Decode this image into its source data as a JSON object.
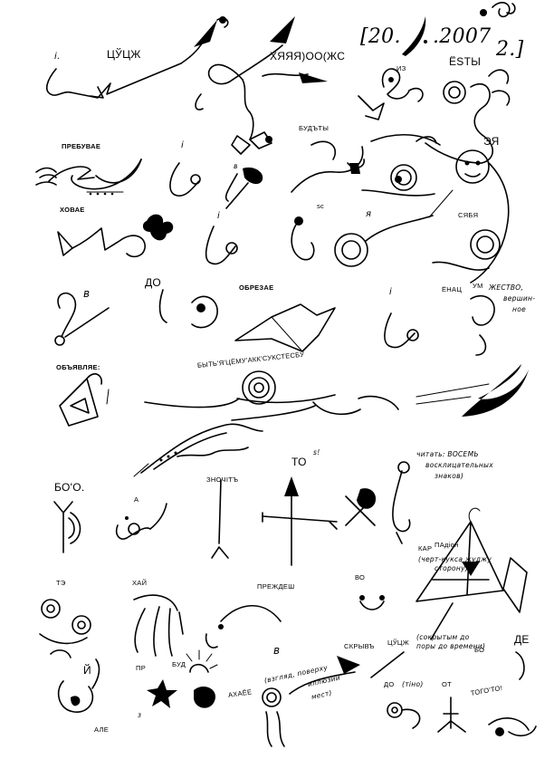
{
  "date": {
    "left": "[20.",
    "right": ".2007",
    "end": "2.]"
  },
  "words": {
    "i_top": "i.",
    "tsu_tse": "ЦЎЦЖ",
    "hyahyah": "ХЯЯЯ)ОО(ЖС",
    "iz": "ИЗ",
    "esty": "ЁЅТЫ",
    "prebuvae": "ПРЕБУВАЕ",
    "i_mid": "i",
    "budty": "БУДЪТЫ",
    "ya_right": "ЭЯ",
    "v_small": "в",
    "hovae": "ХОВАЕ",
    "i_small": "i",
    "sc": "sc",
    "ya_mid": "я",
    "syabya": "СЯБЯ",
    "enau": "ЁНАЦ",
    "um": "УМ",
    "gestvo": "ЖЕСТВО,",
    "vershin": "вершин-",
    "noe": "ное",
    "v_left": "в",
    "do": "ДО",
    "obrezae": "ОБРЕЗАЕ",
    "i_right": "i",
    "obyavlyae": "ОБЪЯВЛЯЕ:",
    "byt": "БЫТЬ'Я'ЦЁМУ'АКК'СУКСТЕСБУ",
    "bo": "БО'О.",
    "a": "A",
    "znachit": "ЗНОЧІТЪ",
    "to": "ТО",
    "to_s": "s!",
    "chitat1": "читать: ВОСЕМЬ",
    "chitat2": "восклицательных",
    "chitat3": "знаков)",
    "kar": "КАР",
    "padion": "ПАдіон",
    "kar_note1": "(черт-кукса жуджу",
    "kar_note2": "сторону)",
    "te": "ТЭ",
    "hai": "ХАЙ",
    "prezhdesh": "ПРЕЖДЕШ",
    "vo": "ВО",
    "y": "Й",
    "pre": "ПР",
    "bud": "БУД",
    "v_lower": "в",
    "skryv": "СКРЫВЪ",
    "tsu_tse2": "ЦЎЦЖ",
    "skryv_note1": "(сокрытым до",
    "skryv_note2": "поры до времени)",
    "bo_e": "БО",
    "de": "ДЕ",
    "ahae": "АХАЁЕ",
    "ahae_note1": "(взгляд, поверху",
    "ahae_note2": "иллюзий",
    "ahae_note3": "мест)",
    "do2": "ДО",
    "tolko": "(тіно)",
    "ot": "ОТ",
    "togo": "ТОГО'ТО!",
    "ale": "АЛЕ",
    "z": "з"
  }
}
